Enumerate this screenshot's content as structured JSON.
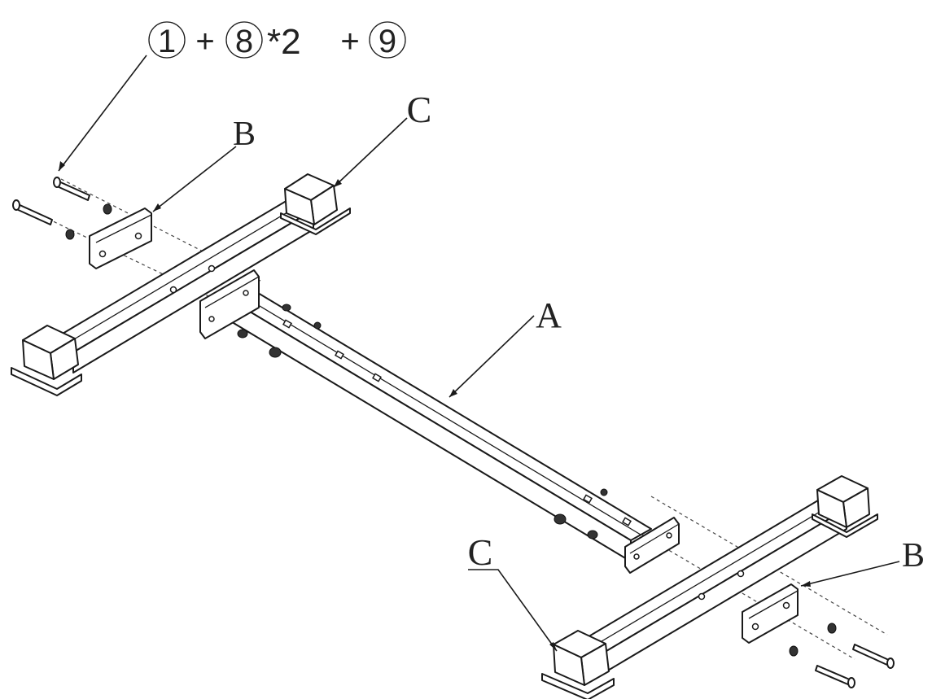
{
  "caption": {
    "part_1": "1",
    "plus_1": "+",
    "part_8": "8",
    "times": "*2",
    "plus_2": "+",
    "part_9": "9"
  },
  "labels": {
    "a": "A",
    "b_top": "B",
    "b_bottom": "B",
    "c_top": "C",
    "c_bottom": "C"
  }
}
